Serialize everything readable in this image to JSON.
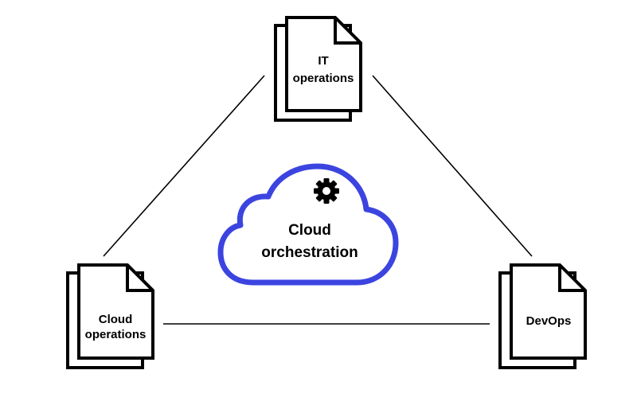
{
  "colors": {
    "cloud_outline": "#3c44e0",
    "stroke": "#000000",
    "background": "#ffffff"
  },
  "nodes": {
    "it_operations": {
      "label_line1": "IT",
      "label_line2": "operations",
      "icon": "document-stack-icon"
    },
    "cloud_operations": {
      "label_line1": "Cloud",
      "label_line2": "operations",
      "icon": "document-stack-icon"
    },
    "devops": {
      "label_line1": "DevOps",
      "icon": "document-stack-icon"
    }
  },
  "center": {
    "label_line1": "Cloud",
    "label_line2": "orchestration",
    "icon": "gear-icon",
    "shape": "cloud-icon"
  }
}
